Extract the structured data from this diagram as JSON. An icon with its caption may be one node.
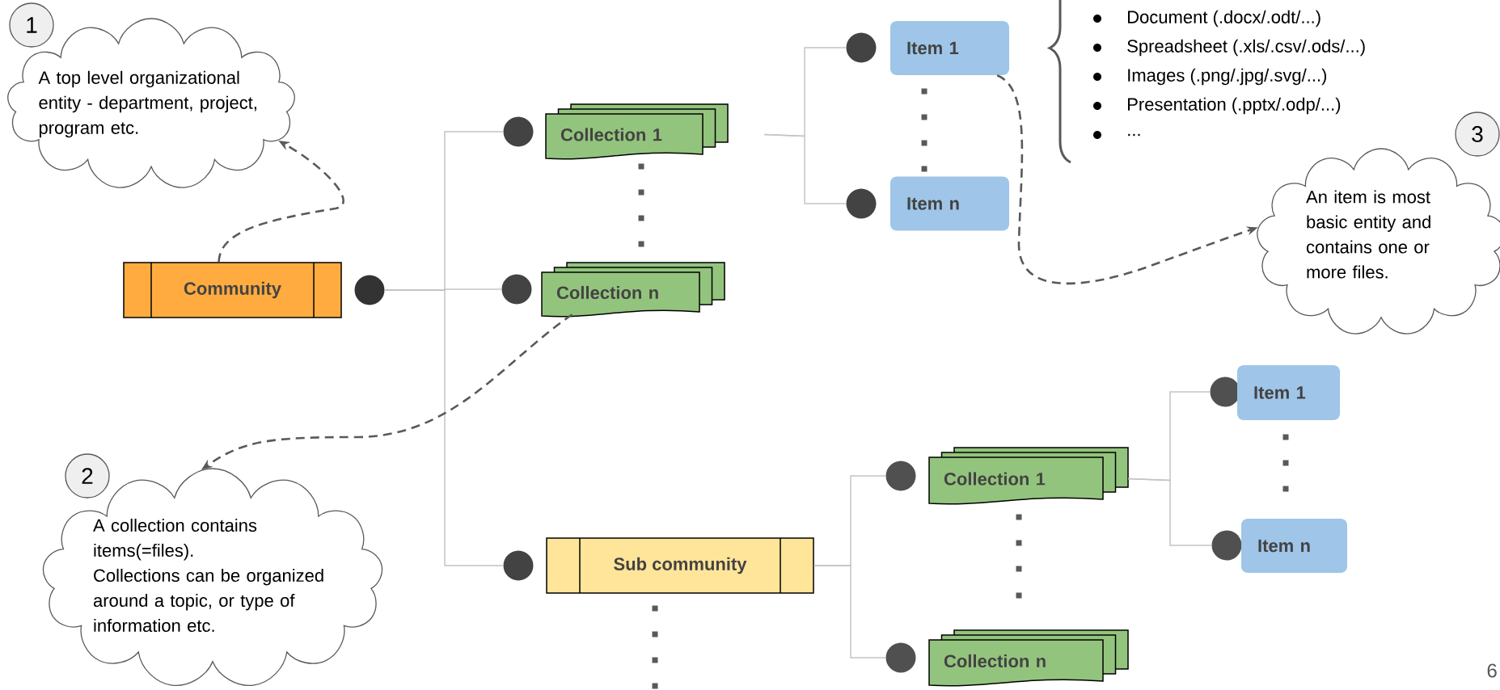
{
  "diagram": {
    "nodes": [
      {
        "text": [
          "1"
        ]
      },
      {
        "text": [
          "A top level organizational entity - department, project, program etc."
        ]
      },
      {
        "text": [
          "Community"
        ]
      },
      {
        "text": [],
        "shape": "circle"
      },
      {
        "text": [],
        "shape": "circle"
      },
      {
        "text": [
          "Collection 1"
        ]
      },
      {
        "text": [],
        "shape": "circle"
      },
      {
        "text": [
          "Collection n"
        ]
      },
      {
        "text": [],
        "shape": "circle"
      },
      {
        "text": [
          "Item 1"
        ]
      },
      {
        "text": [],
        "shape": "circle"
      },
      {
        "text": [
          "Item n"
        ]
      },
      {
        "text": [
          "3"
        ]
      },
      {
        "text": [
          "An item is most basic entity and contains one or more files."
        ]
      },
      {
        "text": [
          "2"
        ]
      },
      {
        "text": [
          "A collection contains items(=files).",
          "Collections can be organized around a topic, or type of information etc."
        ]
      },
      {
        "text": [],
        "shape": "circle"
      },
      {
        "text": [
          "Sub community"
        ]
      },
      {
        "text": [],
        "shape": "circle"
      },
      {
        "text": [
          "Collection 1"
        ]
      },
      {
        "text": [],
        "shape": "circle"
      },
      {
        "text": [
          "Collection n"
        ]
      },
      {
        "text": [],
        "shape": "circle"
      },
      {
        "text": [
          "Item 1"
        ]
      },
      {
        "text": [],
        "shape": "circle"
      },
      {
        "text": [
          "Item n"
        ]
      }
    ],
    "edges": [
      {
        "from": 3,
        "to": 4,
        "arrow": "none"
      },
      {
        "from": 3,
        "to": 6,
        "arrow": "none"
      },
      {
        "from": 3,
        "to": 16,
        "arrow": "none"
      },
      {
        "from": 5,
        "to": 8,
        "arrow": "none"
      },
      {
        "from": 5,
        "to": 10,
        "arrow": "none"
      },
      {
        "from": 17,
        "to": 18,
        "arrow": "none"
      },
      {
        "from": 17,
        "to": 20,
        "arrow": "none"
      },
      {
        "from": 19,
        "to": 22,
        "arrow": "none"
      },
      {
        "from": 19,
        "to": 24,
        "arrow": "none"
      },
      {
        "from": 2,
        "to": 1,
        "arrow": "to",
        "style": "dashed",
        "color": "#595959"
      },
      {
        "from": 7,
        "to": 15,
        "arrow": "to",
        "style": "dashed",
        "color": "#595959"
      },
      {
        "from": 9,
        "to": 13,
        "arrow": "to",
        "style": "dashed",
        "color": "#595959"
      }
    ],
    "labels": [
      "Document (.docx/.odt/...)",
      "Spreadsheet (.xls/.csv/.ods/...)",
      "Images (.png/.jpg/.svg/...)",
      "Presentation (.pptx/.odp/...)",
      "...",
      "6"
    ]
  }
}
